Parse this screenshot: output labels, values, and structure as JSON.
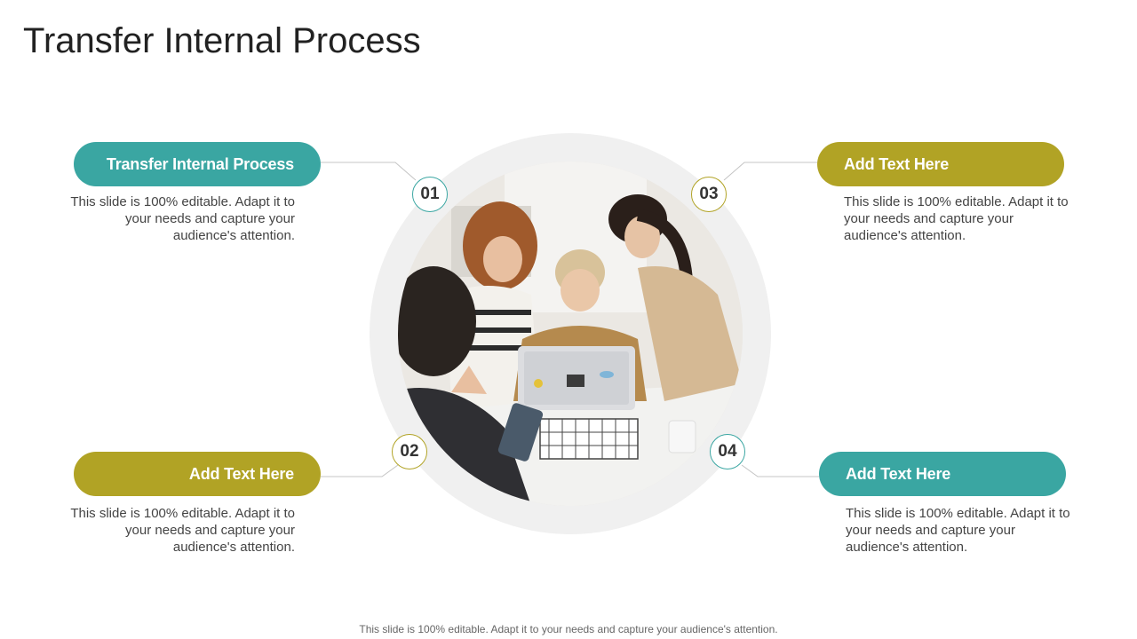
{
  "slide": {
    "title": "Transfer Internal Process",
    "footer": "This slide is 100% editable. Adapt it to your needs and capture your audience's attention."
  },
  "items": [
    {
      "number": "01",
      "heading": "Transfer Internal Process",
      "text": "This slide is 100% editable. Adapt it to your needs and capture your audience's attention.",
      "color": "#3aa6a2"
    },
    {
      "number": "02",
      "heading": "Add Text Here",
      "text": "This slide is 100% editable. Adapt it to your needs and capture your audience's attention.",
      "color": "#b1a325"
    },
    {
      "number": "03",
      "heading": "Add Text Here",
      "text": "This slide is 100% editable. Adapt it to your needs and capture your audience's attention.",
      "color": "#b1a325"
    },
    {
      "number": "04",
      "heading": "Add Text Here",
      "text": "This slide is 100% editable. Adapt it to your needs and capture your audience's attention.",
      "color": "#3aa6a2"
    }
  ],
  "colors": {
    "teal": "#3aa6a2",
    "olive": "#b1a325",
    "ring": "#f0f0f0",
    "connector": "#bdbdbd"
  }
}
